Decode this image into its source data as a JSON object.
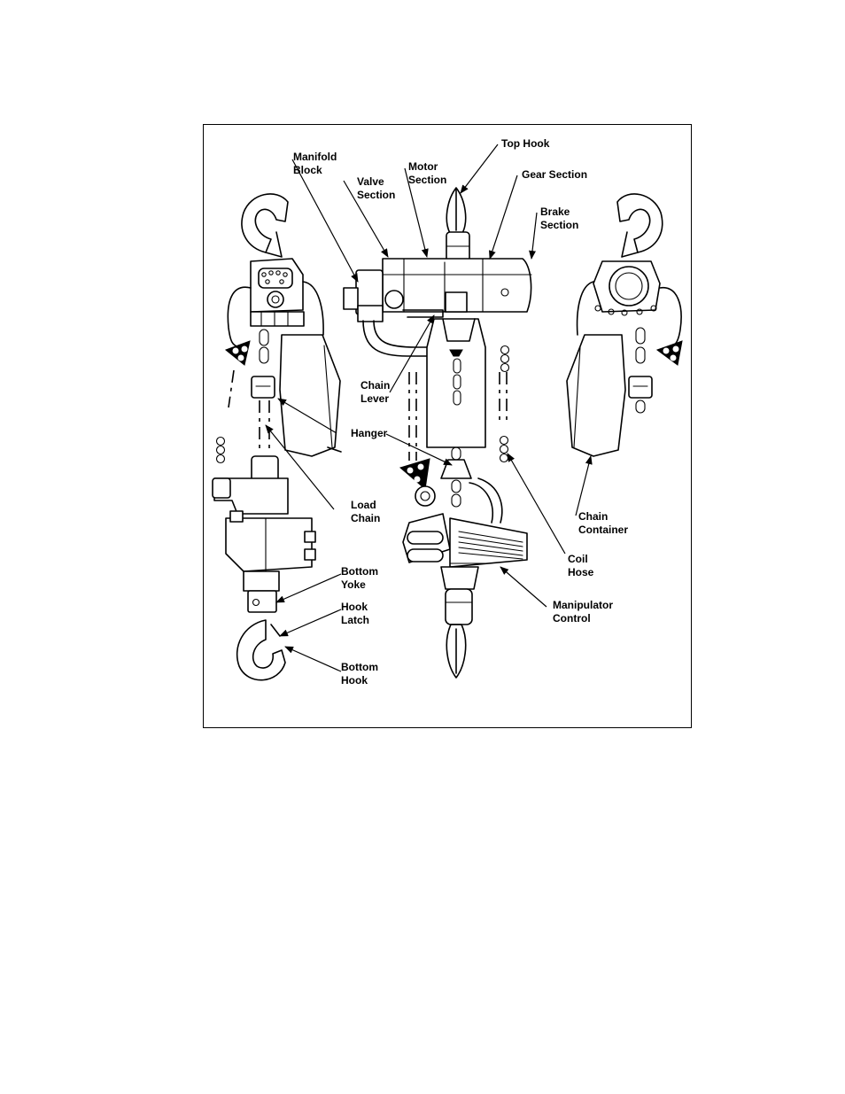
{
  "figure": {
    "labels": {
      "manifold_block": "Manifold\nBlock",
      "valve_section": "Valve\nSection",
      "motor_section": "Motor\nSection",
      "top_hook": "Top Hook",
      "gear_section": "Gear Section",
      "brake_section": "Brake\nSection",
      "chain_lever": "Chain\nLever",
      "hanger": "Hanger",
      "load_chain": "Load\nChain",
      "bottom_yoke": "Bottom\nYoke",
      "hook_latch": "Hook\nLatch",
      "bottom_hook": "Bottom\nHook",
      "chain_container": "Chain\nContainer",
      "coil_hose": "Coil\nHose",
      "manipulator_control": "Manipulator\nControl"
    }
  }
}
